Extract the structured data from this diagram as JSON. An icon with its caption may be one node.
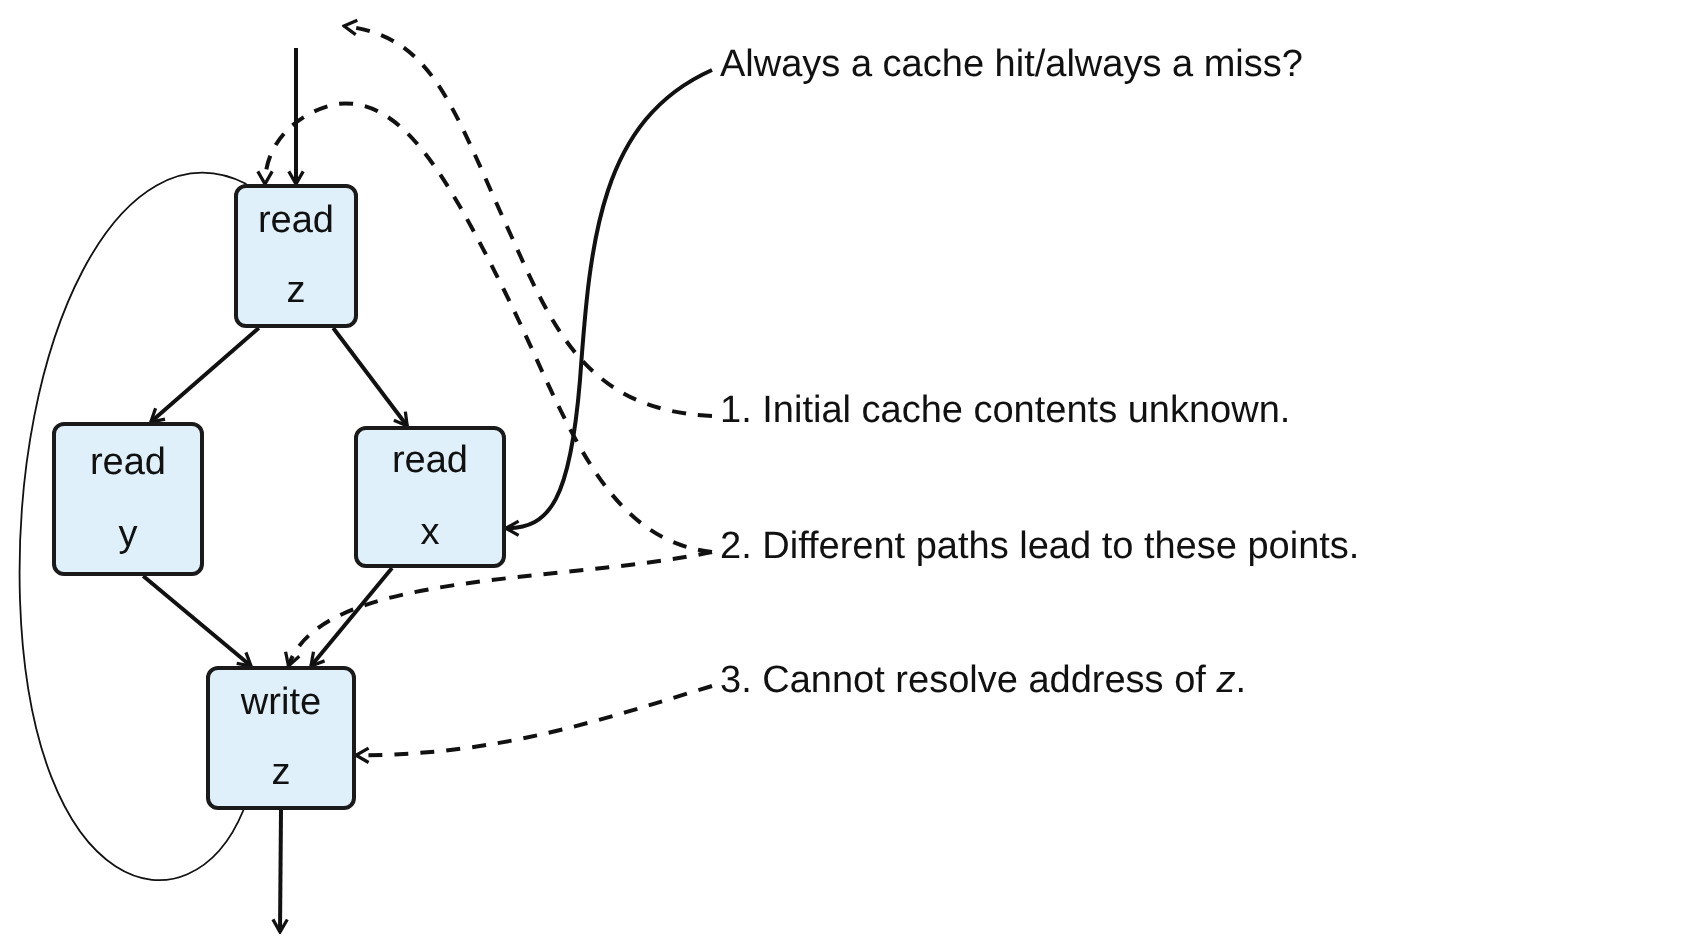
{
  "diagram": {
    "nodes": [
      {
        "text": [
          "read z"
        ]
      },
      {
        "text": [
          "read y"
        ]
      },
      {
        "text": [
          "read x"
        ]
      },
      {
        "text": [
          "write z"
        ]
      },
      {
        "text": [
          "Always a cache hit/always a miss?"
        ]
      },
      {
        "text": [
          "1. Initial cache contents unknown."
        ]
      },
      {
        "text": [
          "2. Different paths lead to these points."
        ]
      },
      {
        "text": [
          "3. Cannot resolve address of *z*."
        ]
      }
    ],
    "edges": [
      {
        "from": null,
        "to": 0,
        "arrow": "to"
      },
      {
        "from": 0,
        "to": 1,
        "arrow": "to"
      },
      {
        "from": 0,
        "to": 2,
        "arrow": "to"
      },
      {
        "from": 1,
        "to": 3,
        "arrow": "to"
      },
      {
        "from": 2,
        "to": 3,
        "arrow": "to"
      },
      {
        "from": 3,
        "to": null,
        "arrow": "to"
      },
      {
        "from": 3,
        "to": 0,
        "arrow": "none"
      },
      {
        "from": 4,
        "to": 2,
        "arrow": "to"
      },
      {
        "from": 5,
        "to": null,
        "arrow": "to",
        "style": "dashed"
      },
      {
        "from": 6,
        "to": 0,
        "arrow": "to",
        "style": "dashed"
      },
      {
        "from": 6,
        "to": 3,
        "arrow": "to",
        "style": "dashed"
      },
      {
        "from": 7,
        "to": 3,
        "arrow": "to",
        "style": "dashed"
      }
    ]
  }
}
